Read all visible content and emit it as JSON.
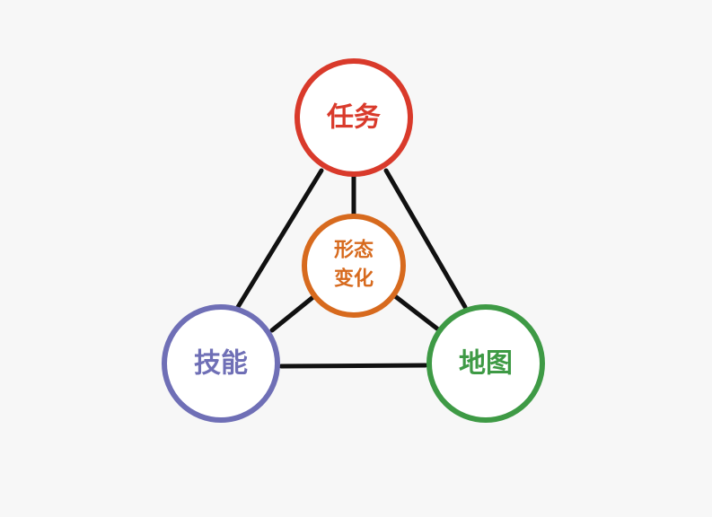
{
  "diagram": {
    "nodes": {
      "quest": {
        "label": "任务",
        "color": "#d93a2b"
      },
      "center": {
        "label_line1": "形态",
        "label_line2": "变化",
        "color": "#d76a1e"
      },
      "skill": {
        "label": "技能",
        "color": "#6f6fb6"
      },
      "map": {
        "label": "地图",
        "color": "#3e9a45"
      }
    },
    "edges": [
      {
        "from": "quest",
        "to": "skill"
      },
      {
        "from": "quest",
        "to": "map"
      },
      {
        "from": "skill",
        "to": "map"
      },
      {
        "from": "quest",
        "to": "center"
      },
      {
        "from": "skill",
        "to": "center"
      },
      {
        "from": "map",
        "to": "center"
      }
    ],
    "edge_color": "#111111",
    "background": "#f7f7f7"
  }
}
